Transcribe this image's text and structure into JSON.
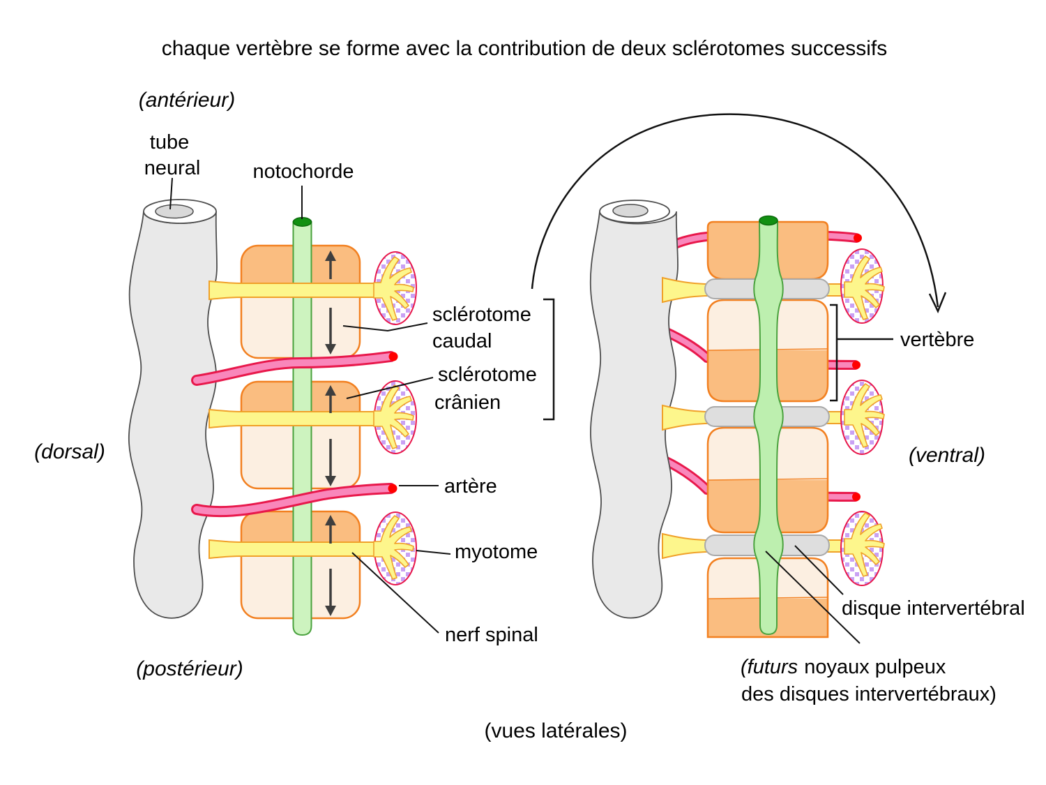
{
  "title": "chaque vertèbre se forme avec la contribution de deux sclérotomes successifs",
  "orientation": {
    "anterior": "(antérieur)",
    "dorsal": "(dorsal)",
    "posterior": "(postérieur)",
    "ventral": "(ventral)",
    "views": "(vues latérales)"
  },
  "left": {
    "tube_neural_1": "tube",
    "tube_neural_2": "neural",
    "notochorde": "notochorde",
    "sclerotome_caudal_1": "sclérotome",
    "sclerotome_caudal_2": "caudal",
    "sclerotome_cranien_1": "sclérotome",
    "sclerotome_cranien_2": "crânien",
    "artere": "artère",
    "myotome": "myotome",
    "nerf_spinal": "nerf spinal"
  },
  "right": {
    "vertebre": "vertèbre",
    "disque": "disque intervertébral",
    "futurs_1_italic": "(futurs",
    "futurs_1_rest": "noyaux pulpeux",
    "futurs_2": "des disques intervertébraux)"
  },
  "colors": {
    "somite_orange": "#FABD80",
    "somite_pale": "#FCEFE1",
    "outline_orange": "#F28020",
    "nerve_yellow": "#FDF68C",
    "nerve_outline": "#F0A028",
    "artery_pink": "#F987BB",
    "artery_outline": "#E8184B",
    "artery_tip": "#FF0000",
    "notochord_left": "#CDF3BF",
    "notochord_right": "#BDEFAF",
    "notochord_outline": "#4AA23E",
    "notochord_cap": "#129012",
    "tube_gray": "#E9E9E9",
    "tube_outline": "#4D4D4D",
    "disc_gray": "#DEDEDE",
    "disc_outline": "#A9A9A9",
    "myotome_outline": "#E8174B",
    "myotome_dots": "#C9A1F4",
    "arrow_gray": "#3E3E3E",
    "pointer_black": "#111111"
  }
}
